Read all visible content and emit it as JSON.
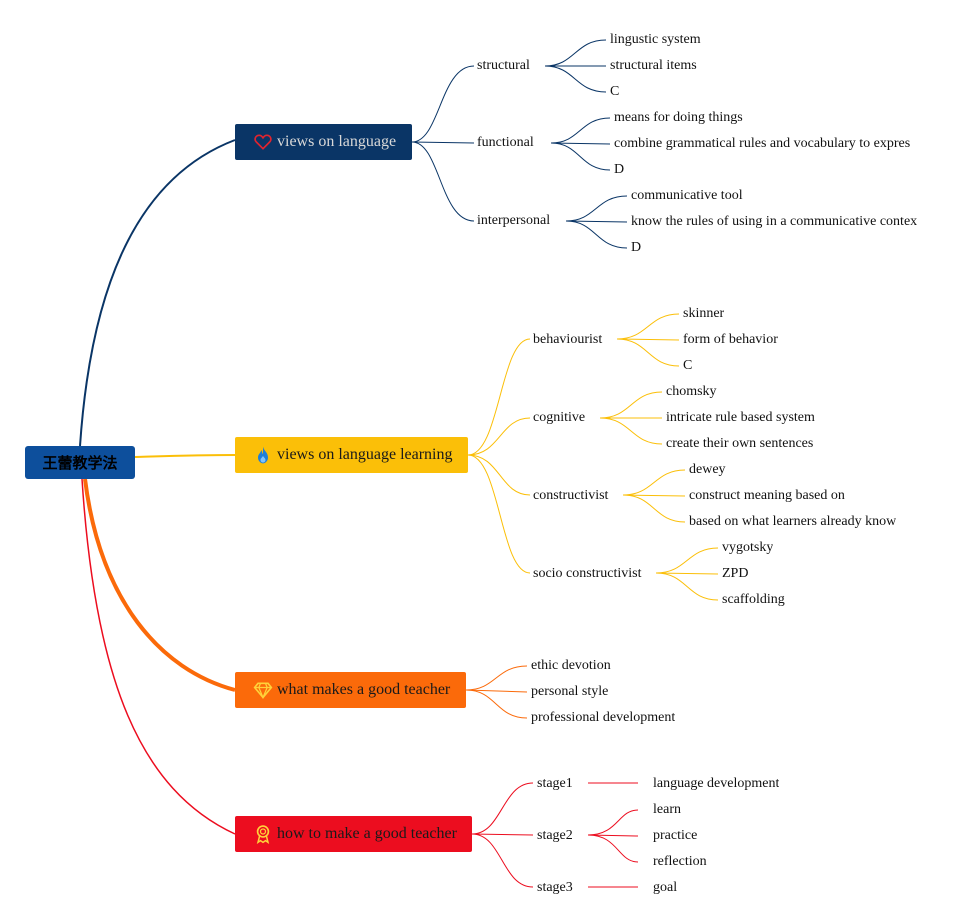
{
  "root": {
    "label": "王蕾教学法"
  },
  "colors": {
    "root": "#0d4f9c",
    "views_on_language": "#0a3566",
    "views_on_language_learning": "#fbbf08",
    "what_makes_a_good_teacher": "#fb6a0a",
    "how_to_make_a_good_teacher": "#ec0d1f"
  },
  "branches": [
    {
      "label": "views on language",
      "icon": "heart-icon",
      "children": [
        {
          "label": "structural",
          "items": [
            "lingustic system",
            "structural items",
            "C"
          ]
        },
        {
          "label": "functional",
          "items": [
            "means for doing things",
            "combine grammatical rules and vocabulary to expres",
            "D"
          ]
        },
        {
          "label": "interpersonal",
          "items": [
            "communicative tool",
            "know the rules of using in a communicative contex",
            "D"
          ]
        }
      ]
    },
    {
      "label": "views on language learning",
      "icon": "flame-icon",
      "children": [
        {
          "label": "behaviourist",
          "items": [
            "skinner",
            "form of behavior",
            "C"
          ]
        },
        {
          "label": "cognitive",
          "items": [
            "chomsky",
            "intricate rule based system",
            "create their own sentences"
          ]
        },
        {
          "label": "constructivist",
          "items": [
            "dewey",
            "construct meaning based on",
            "based on what learners already know"
          ]
        },
        {
          "label": "socio constructivist",
          "items": [
            "vygotsky",
            "ZPD",
            "scaffolding"
          ]
        }
      ]
    },
    {
      "label": "what makes a good teacher",
      "icon": "diamond-icon",
      "items": [
        "ethic devotion",
        "personal style",
        "professional development"
      ]
    },
    {
      "label": "how to make a good teacher",
      "icon": "award-icon",
      "children": [
        {
          "label": "stage1",
          "items": [
            "language development"
          ]
        },
        {
          "label": "stage2",
          "items": [
            "learn",
            "practice",
            "reflection"
          ]
        },
        {
          "label": "stage3",
          "items": [
            "goal"
          ]
        }
      ]
    }
  ]
}
